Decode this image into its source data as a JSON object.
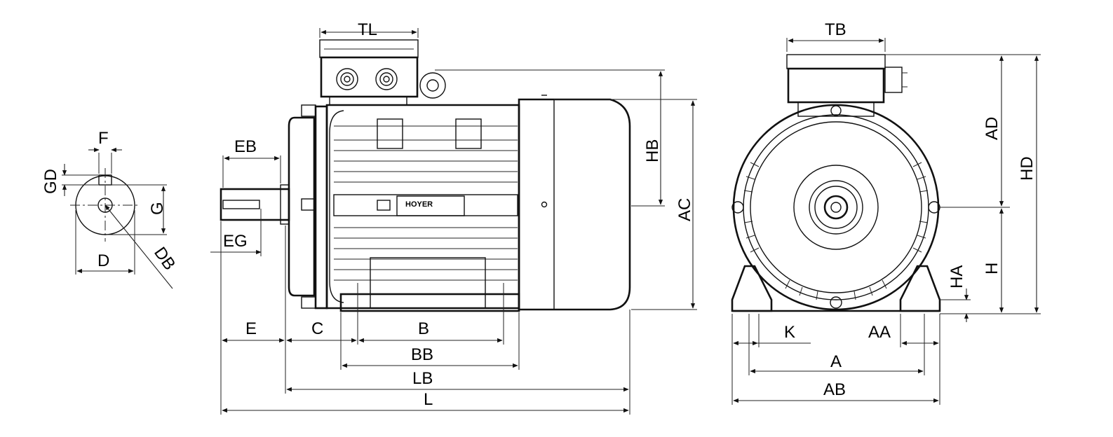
{
  "shaft_view": {
    "labels": {
      "F": "F",
      "GD": "GD",
      "G": "G",
      "D": "D",
      "DB": "DB"
    }
  },
  "side_view": {
    "brand": "HOYER",
    "labels": {
      "TL": "TL",
      "EB": "EB",
      "EG": "EG",
      "HB": "HB",
      "AC": "AC",
      "E": "E",
      "C": "C",
      "B": "B",
      "BB": "BB",
      "LB": "LB",
      "L": "L"
    }
  },
  "end_view": {
    "labels": {
      "TB": "TB",
      "AD": "AD",
      "HD": "HD",
      "HA": "HA",
      "H": "H",
      "K": "K",
      "AA": "AA",
      "A": "A",
      "AB": "AB"
    }
  }
}
